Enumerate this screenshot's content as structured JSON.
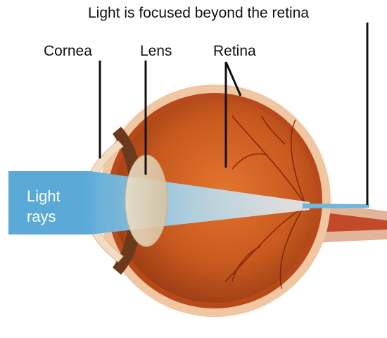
{
  "labels": {
    "focus_note": "Light is focused beyond the retina",
    "cornea": "Cornea",
    "lens": "Lens",
    "retina": "Retina",
    "light_rays_line1": "Light",
    "light_rays_line2": "rays"
  },
  "colors": {
    "light_beam": "#6fb6dc",
    "retina_tissue": "#c8551c",
    "sclera": "#f0c7a2",
    "leader_lines": "#111111"
  }
}
